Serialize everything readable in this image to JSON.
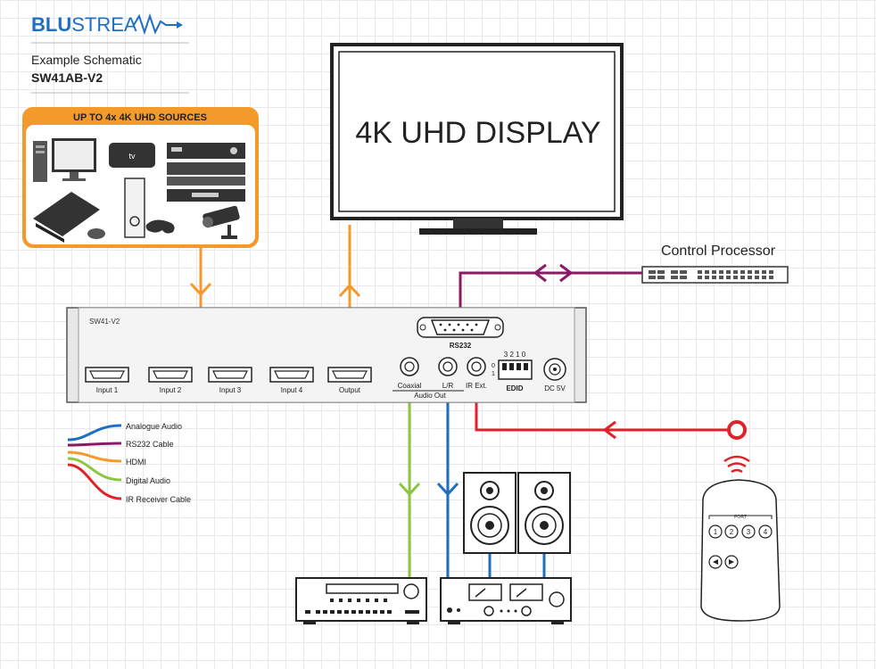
{
  "header": {
    "brand_prefix": "BLU",
    "brand_suffix": "STREA",
    "subtitle": "Example Schematic",
    "model": "SW41AB-V2"
  },
  "sources_box": {
    "title": "UP TO 4x 4K UHD SOURCES"
  },
  "display": {
    "label": "4K UHD DISPLAY"
  },
  "control_processor": {
    "label": "Control Processor"
  },
  "switcher": {
    "model_label": "SW41-V2",
    "hdmi_ports": [
      "Input 1",
      "Input 2",
      "Input 3",
      "Input 4",
      "Output"
    ],
    "rs232_label": "RS232",
    "coaxial_label": "Coaxial",
    "lr_label": "L/R",
    "audio_out_label": "Audio Out",
    "ir_ext_label": "IR Ext.",
    "edid_label": "EDID",
    "edid_numbers": "3 2 1 0",
    "edid_switch_top": "0",
    "edid_switch_bottom": "1",
    "dc_label": "DC 5V"
  },
  "legend": [
    {
      "label": "Analogue Audio",
      "color": "#1f6fc2"
    },
    {
      "label": "RS232 Cable",
      "color": "#8b1a66"
    },
    {
      "label": "HDMI",
      "color": "#f39a2b"
    },
    {
      "label": "Digital Audio",
      "color": "#8cc63f"
    },
    {
      "label": "IR Receiver Cable",
      "color": "#e0222a"
    }
  ],
  "remote": {
    "label": "PORT",
    "buttons": [
      "1",
      "2",
      "3",
      "4"
    ]
  },
  "colors": {
    "brand_blue": "#1f6fc2",
    "hdmi": "#f39a2b",
    "rs232": "#8b1a66",
    "digital_audio": "#8cc63f",
    "analogue_audio": "#1f6fc2",
    "ir": "#e0222a"
  }
}
